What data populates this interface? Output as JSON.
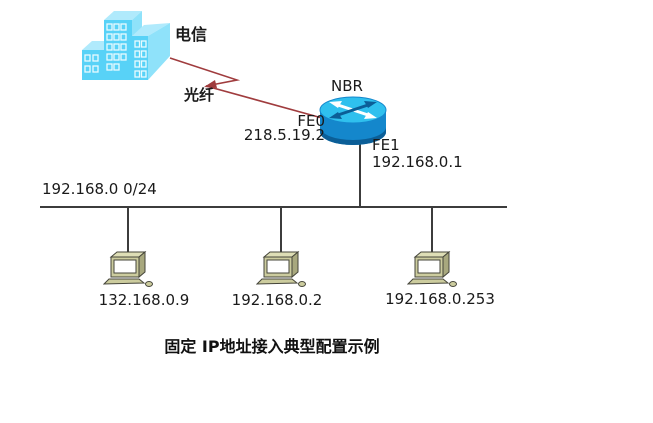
{
  "diagram": {
    "caption": "固定 IP地址接入典型配置示例",
    "isp": {
      "name": "电信"
    },
    "link": {
      "label": "光纤"
    },
    "router": {
      "name": "NBR",
      "wan_interface": "FE0",
      "wan_ip": "218.5.19.2",
      "lan_interface": "FE1",
      "lan_ip": "192.168.0.1"
    },
    "lan": {
      "subnet": "192.168.0 0/24"
    },
    "hosts": [
      {
        "ip": "132.168.0.9"
      },
      {
        "ip": "192.168.0.2"
      },
      {
        "ip": "192.168.0.253"
      }
    ],
    "icons": {
      "building": "telecom-building-icon",
      "router": "router-icon",
      "pc": "pc-icon"
    },
    "colors": {
      "building_front": "#58d2f7",
      "building_top": "#b0eafc",
      "building_side": "#8fe2fa",
      "window_stroke": "#e8fbff",
      "router_top": "#2fc0ee",
      "router_body": "#1487cc",
      "router_dark": "#0b5e97",
      "fiber": "#a03c3e",
      "line": "#3c3c3c",
      "pc_front": "#cccc9e",
      "pc_top": "#dedeb6",
      "pc_side": "#a8a87e",
      "pc_outline": "#45453a",
      "text": "#1a1a1a"
    }
  }
}
